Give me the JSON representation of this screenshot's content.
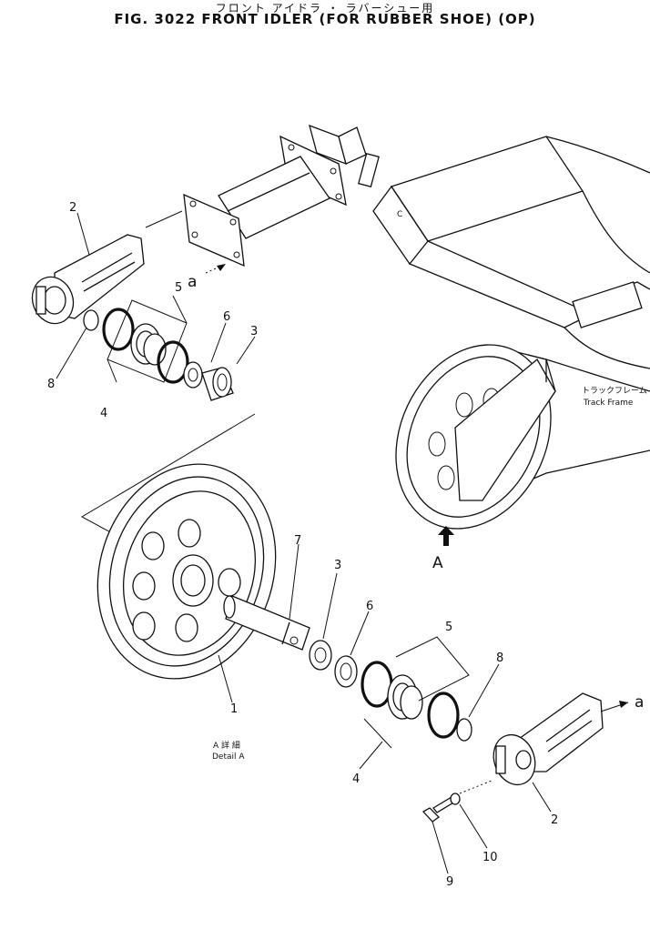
{
  "title": {
    "jp": "フロント アイドラ ・ ラバーシュー用",
    "en": "FIG. 3022  FRONT IDLER (FOR RUBBER SHOE) (OP)"
  },
  "annotations": {
    "track_frame_jp": "トラックフレーム",
    "track_frame_en": "Track Frame",
    "detail_jp": "A 詳 細",
    "detail_en": "Detail A",
    "view_a": "A",
    "ref_a_top": "a",
    "ref_a_right": "a"
  },
  "callouts": {
    "p2_top": "2",
    "p5_top": "5",
    "p6_top": "6",
    "p3_top": "3",
    "p8_top": "8",
    "p4_top": "4",
    "p7": "7",
    "p3_mid": "3",
    "p6_mid": "6",
    "p5_mid": "5",
    "p8_mid": "8",
    "p1": "1",
    "p4_bot": "4",
    "p2_bot": "2",
    "p10": "10",
    "p9": "9"
  }
}
